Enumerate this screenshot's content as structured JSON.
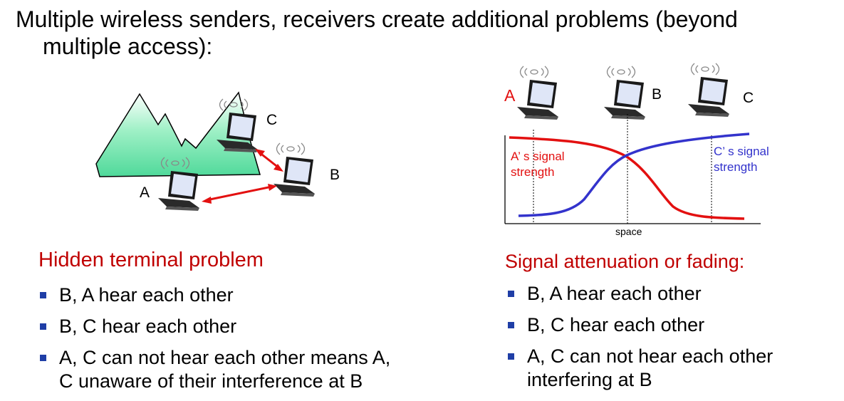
{
  "title": {
    "line1": "Multiple wireless senders, receivers create additional problems (beyond",
    "line2": "multiple access):"
  },
  "left": {
    "labels": {
      "a": "A",
      "b": "B",
      "c": "C"
    },
    "heading": "Hidden terminal problem",
    "bullets": [
      {
        "line1": "B, A hear each other",
        "line2": ""
      },
      {
        "line1": "B, C hear each other",
        "line2": ""
      },
      {
        "line1": "A, C can not hear each other means A,",
        "line2": "C unaware of their interference at B"
      }
    ]
  },
  "right": {
    "labels": {
      "a": "A",
      "b": "B",
      "c": "C"
    },
    "a_signal": {
      "line1": "A’ s signal",
      "line2": "strength"
    },
    "c_signal": {
      "line1": "C’ s signal",
      "line2": "strength"
    },
    "xaxis_label": "space",
    "heading": "Signal attenuation or fading:",
    "bullets": [
      {
        "line1": "B, A hear each other",
        "line2": ""
      },
      {
        "line1": "B, C hear each other",
        "line2": ""
      },
      {
        "line1": "A, C can not hear each other",
        "line2": "interfering at B"
      }
    ]
  },
  "colors": {
    "heading_red": "#c00000",
    "signal_a": "#e31010",
    "signal_c": "#3333cc",
    "mountain": "#5fe0a8",
    "bullet": "#1f3ea6"
  }
}
